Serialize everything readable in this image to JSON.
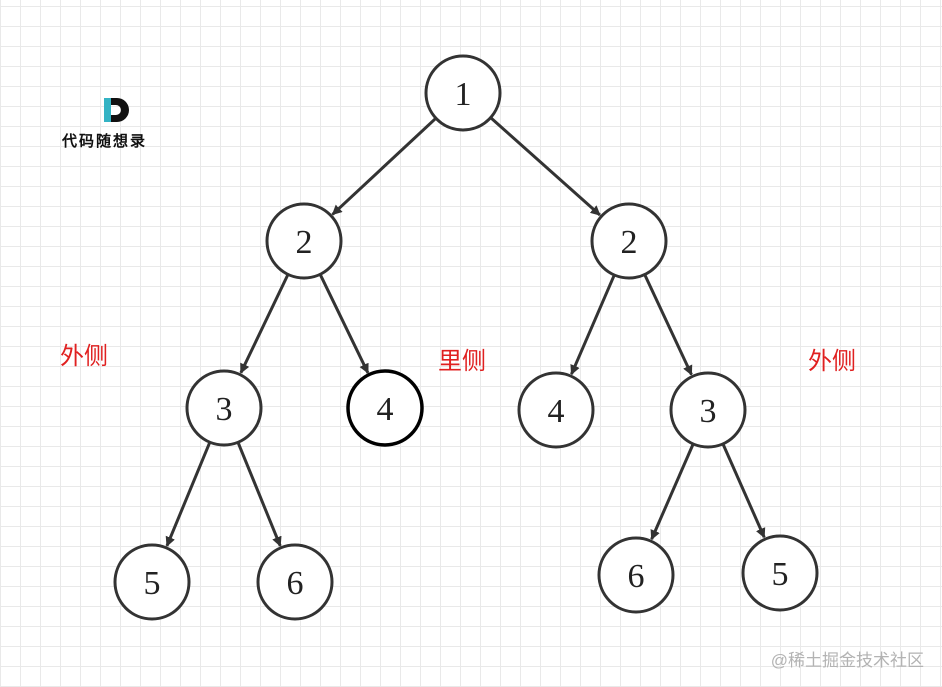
{
  "logo": {
    "text": "代码随想录",
    "mark_color": "#111111",
    "accent_color": "#34b3c4"
  },
  "tree": {
    "nodes": [
      {
        "id": "root",
        "value": "1"
      },
      {
        "id": "l",
        "value": "2"
      },
      {
        "id": "r",
        "value": "2"
      },
      {
        "id": "ll",
        "value": "3"
      },
      {
        "id": "lr",
        "value": "4",
        "emphasized": true
      },
      {
        "id": "rl",
        "value": "4"
      },
      {
        "id": "rr",
        "value": "3"
      },
      {
        "id": "lll",
        "value": "5"
      },
      {
        "id": "llr",
        "value": "6"
      },
      {
        "id": "rrl",
        "value": "6"
      },
      {
        "id": "rrr",
        "value": "5"
      }
    ],
    "edges": [
      [
        "root",
        "l"
      ],
      [
        "root",
        "r"
      ],
      [
        "l",
        "ll"
      ],
      [
        "l",
        "lr"
      ],
      [
        "r",
        "rl"
      ],
      [
        "r",
        "rr"
      ],
      [
        "ll",
        "lll"
      ],
      [
        "ll",
        "llr"
      ],
      [
        "rr",
        "rrl"
      ],
      [
        "rr",
        "rrr"
      ]
    ]
  },
  "labels": {
    "outer_left": "外侧",
    "inner": "里侧",
    "outer_right": "外侧"
  },
  "watermark": "@稀土掘金技术社区",
  "colors": {
    "label_red": "#e02020",
    "stroke": "#333333"
  }
}
